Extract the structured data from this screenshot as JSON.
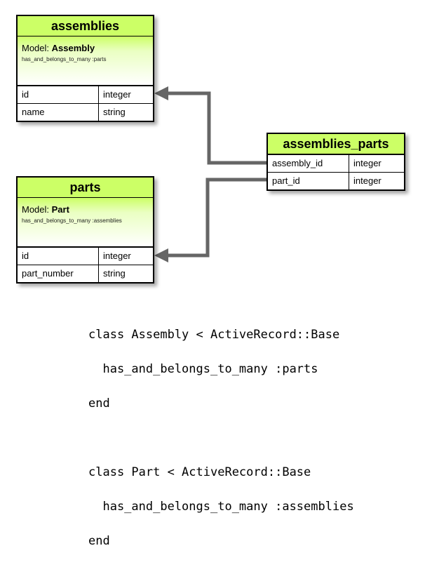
{
  "tables": {
    "assemblies": {
      "title": "assemblies",
      "model_prefix": "Model: ",
      "model_name": "Assembly",
      "association": "has_and_belongs_to_many :parts",
      "columns": [
        {
          "name": "id",
          "type": "integer"
        },
        {
          "name": "name",
          "type": "string"
        }
      ]
    },
    "parts": {
      "title": "parts",
      "model_prefix": "Model: ",
      "model_name": "Part",
      "association": "has_and_belongs_to_many :assemblies",
      "columns": [
        {
          "name": "id",
          "type": "integer"
        },
        {
          "name": "part_number",
          "type": "string"
        }
      ]
    },
    "assemblies_parts": {
      "title": "assemblies_parts",
      "columns": [
        {
          "name": "assembly_id",
          "type": "integer"
        },
        {
          "name": "part_id",
          "type": "integer"
        }
      ]
    }
  },
  "code": {
    "block1": [
      "class Assembly < ActiveRecord::Base",
      "  has_and_belongs_to_many :parts",
      "end"
    ],
    "block2": [
      "class Part < ActiveRecord::Base",
      "  has_and_belongs_to_many :assemblies",
      "end"
    ]
  },
  "colors": {
    "header_fill": "#ccff66",
    "arrow": "#666666"
  }
}
